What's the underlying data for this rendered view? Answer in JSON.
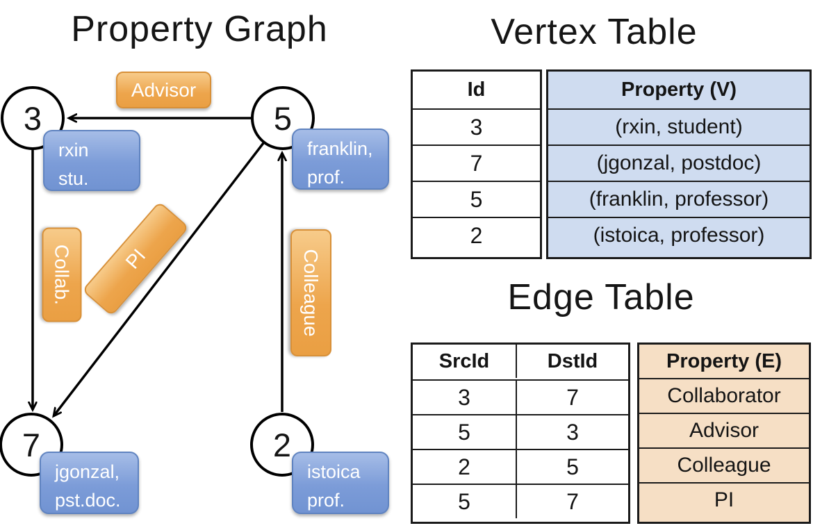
{
  "graph": {
    "title": "Property Graph",
    "nodes": [
      {
        "id": "3"
      },
      {
        "id": "5"
      },
      {
        "id": "7"
      },
      {
        "id": "2"
      }
    ],
    "edge_labels": {
      "advisor": "Advisor",
      "collab": "Collab.",
      "pi": "PI",
      "colleague": "Colleague"
    },
    "node_properties": {
      "rxin": {
        "line1": "rxin",
        "line2": "stu."
      },
      "franklin": {
        "line1": "franklin,",
        "line2": "prof."
      },
      "jgonzal": {
        "line1": "jgonzal,",
        "line2": "pst.doc."
      },
      "istoica": {
        "line1": "istoica",
        "line2": "prof."
      }
    }
  },
  "vertex_table": {
    "title": "Vertex Table",
    "col_id": "Id",
    "col_property": "Property (V)",
    "rows": [
      {
        "id": "3",
        "property": "(rxin, student)"
      },
      {
        "id": "7",
        "property": "(jgonzal, postdoc)"
      },
      {
        "id": "5",
        "property": "(franklin, professor)"
      },
      {
        "id": "2",
        "property": "(istoica, professor)"
      }
    ]
  },
  "edge_table": {
    "title": "Edge Table",
    "col_src": "SrcId",
    "col_dst": "DstId",
    "col_property": "Property (E)",
    "rows": [
      {
        "src": "3",
        "dst": "7",
        "property": "Collaborator"
      },
      {
        "src": "5",
        "dst": "3",
        "property": "Advisor"
      },
      {
        "src": "2",
        "dst": "5",
        "property": "Colleague"
      },
      {
        "src": "5",
        "dst": "7",
        "property": "PI"
      }
    ]
  },
  "colors": {
    "edge_label_orange": "#EDA54C",
    "vertex_label_blue": "#7C9CD8",
    "vertex_property_bg": "#CFDCF0",
    "edge_property_bg": "#F6DFC5",
    "table_border": "#1A1A1A"
  }
}
